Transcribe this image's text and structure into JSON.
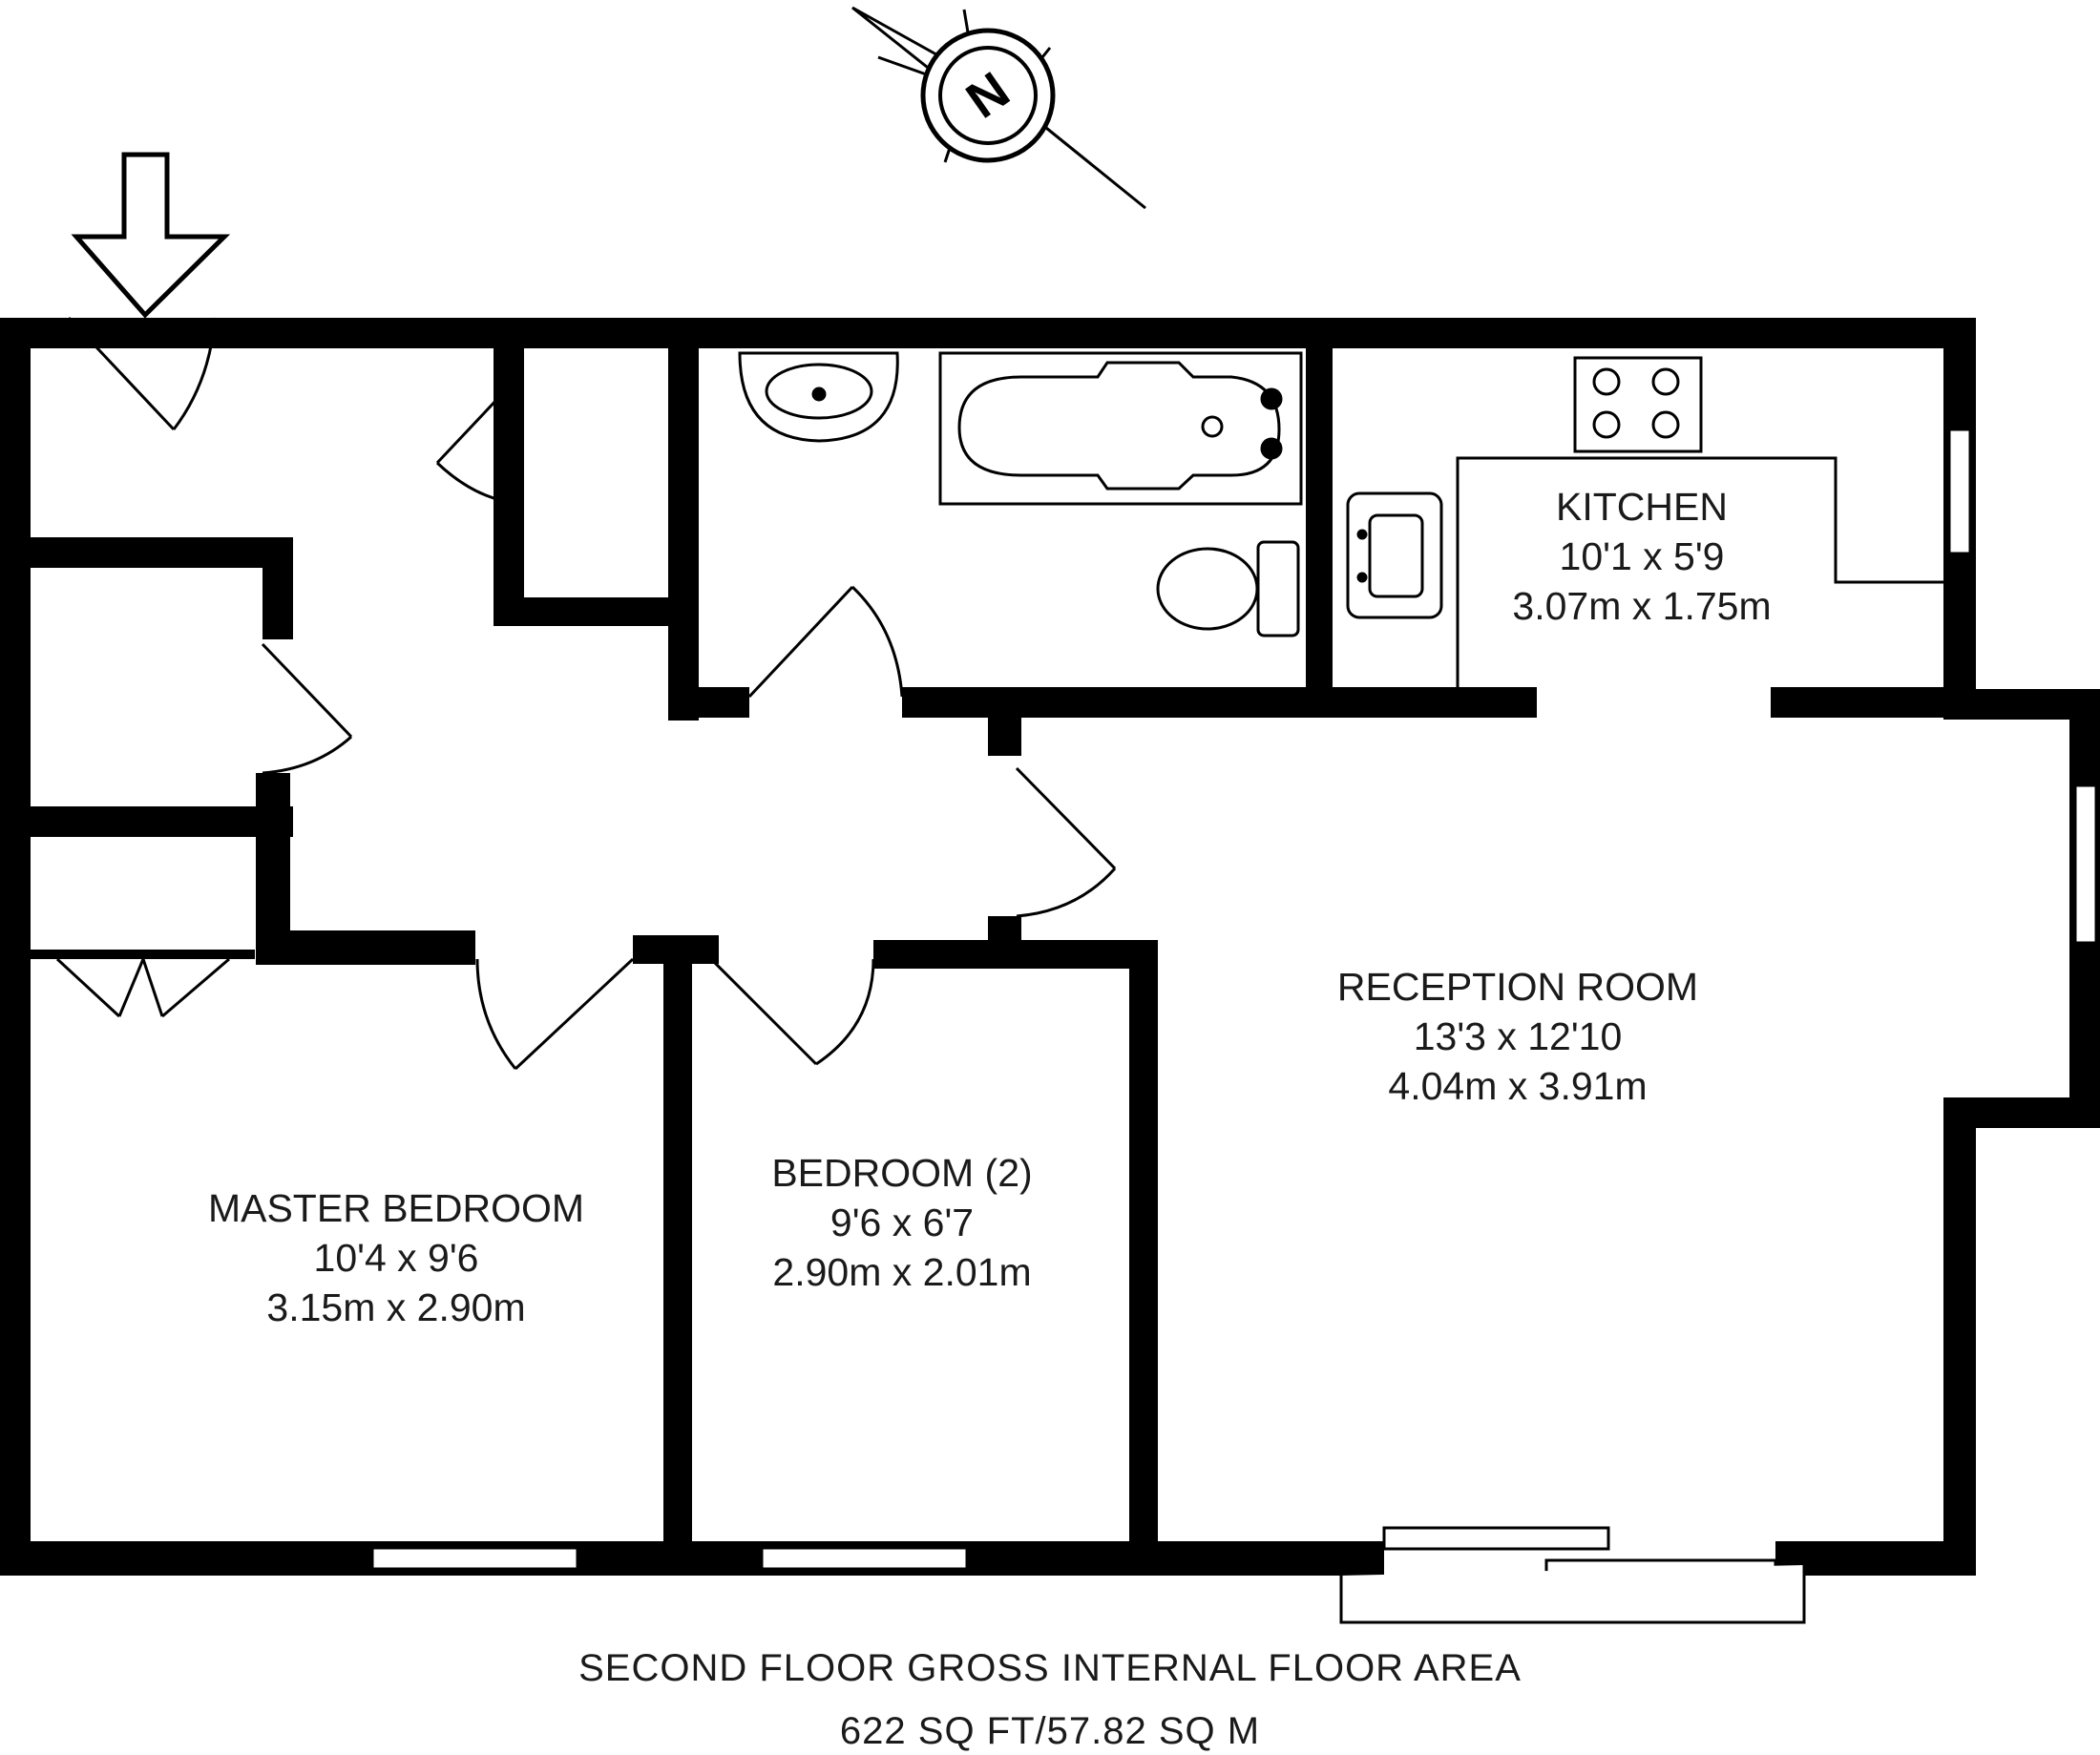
{
  "colors": {
    "wall": "#000000",
    "background": "#ffffff",
    "text": "#1a1a1a"
  },
  "compass": {
    "letter": "N",
    "icon": "north-compass-icon"
  },
  "entrance": {
    "icon": "entrance-arrow-icon"
  },
  "rooms": {
    "kitchen": {
      "name": "KITCHEN",
      "imperial": "10'1 x 5'9",
      "metric": "3.07m x 1.75m"
    },
    "reception": {
      "name": "RECEPTION ROOM",
      "imperial": "13'3 x 12'10",
      "metric": "4.04m x 3.91m"
    },
    "master_bedroom": {
      "name": "MASTER BEDROOM",
      "imperial": "10'4 x 9'6",
      "metric": "3.15m x 2.90m"
    },
    "bedroom2": {
      "name": "BEDROOM (2)",
      "imperial": "9'6 x 6'7",
      "metric": "2.90m x 2.01m"
    }
  },
  "footer": {
    "title": "SECOND FLOOR GROSS INTERNAL FLOOR AREA",
    "area": "622 SQ FT/57.82 SQ M"
  }
}
